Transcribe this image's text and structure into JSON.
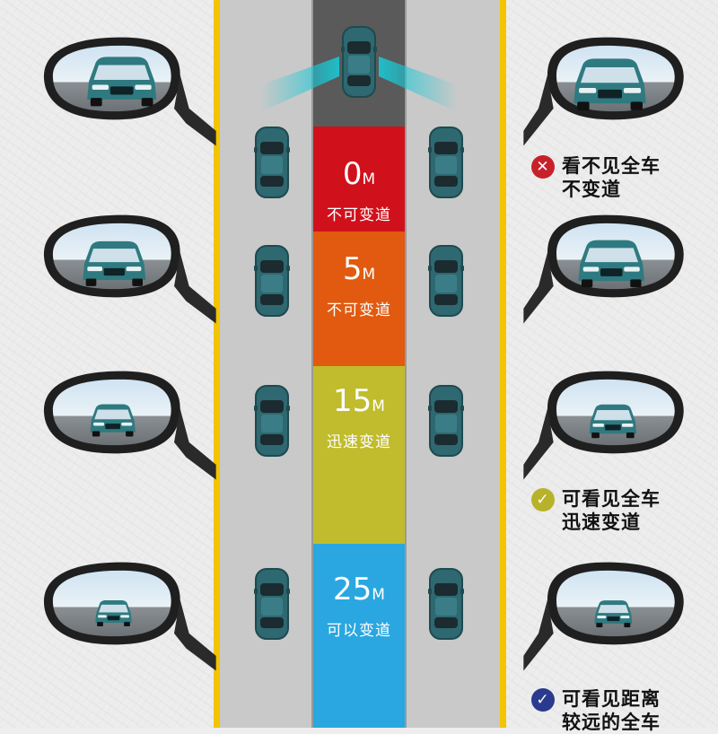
{
  "zones": [
    {
      "distance": "0",
      "unit": "M",
      "label": "不可变道",
      "color": "#d0111c"
    },
    {
      "distance": "5",
      "unit": "M",
      "label": "不可变道",
      "color": "#e15a10"
    },
    {
      "distance": "15",
      "unit": "M",
      "label": "迅速变道",
      "color": "#c0bc2d"
    },
    {
      "distance": "25",
      "unit": "M",
      "label": "可以变道",
      "color": "#2aa7e0"
    }
  ],
  "legends": [
    {
      "icon": "cross-icon",
      "line1": "看不见全车",
      "line2": "不变道",
      "color": "#c8202a"
    },
    {
      "icon": "check-icon",
      "line1": "可看见全车",
      "line2": "迅速变道",
      "color": "#b7b22a"
    },
    {
      "icon": "check-icon",
      "line1": "可看见距离",
      "line2": "较远的全车",
      "color": "#2a3a8f"
    }
  ],
  "colors": {
    "road": "#c9c9c9",
    "road_edge": "#f3c400",
    "center_lane": "#5a5a5a",
    "car_body": "#2e6870",
    "blind_spot": "#19c9d6"
  }
}
